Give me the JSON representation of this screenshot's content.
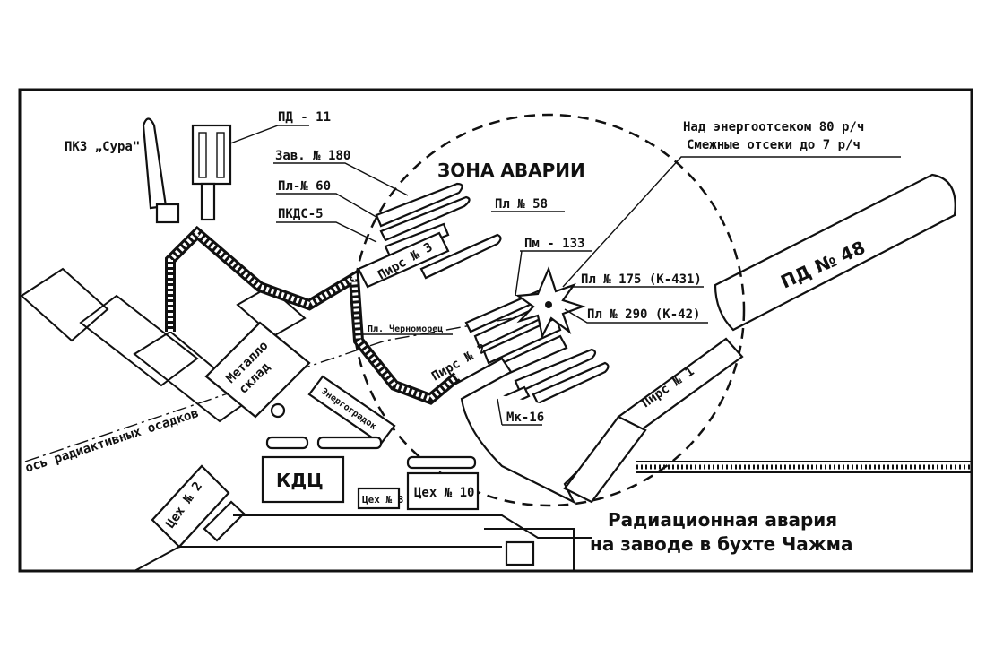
{
  "title": {
    "line1": "Радиационная авария",
    "line2": "на заводе в бухте Чажма"
  },
  "zone_label": "ЗОНА АВАРИИ",
  "radiation_note": {
    "line1": "Над энергоотсеком 80 р/ч",
    "line2": "Смежные отсеки до 7 р/ч"
  },
  "vessels": {
    "pkz": "ПКЗ „Сура\"",
    "pd11": "ПД - 11",
    "zav180": "Зав. № 180",
    "pl60": "Пл-№ 60",
    "pkds5": "ПКДС-5",
    "pl58": "Пл № 58",
    "pm133": "Пм - 133",
    "pl175": "Пл № 175 (К-431)",
    "pl290": "Пл № 290 (К-42)",
    "pd48": "ПД № 48",
    "mk16": "Мк-16",
    "chernomorets": "Пл. Черноморец"
  },
  "piers": {
    "p1": "Пирс № 1",
    "p2": "Пирс № 2",
    "p3": "Пирс № 3"
  },
  "buildings": {
    "metal": {
      "line1": "Металло",
      "line2": "склад"
    },
    "energo": "Энергоградок",
    "kdc": "КДЦ",
    "ceh2": "Цех № 2",
    "ceh3": "Цех № 3",
    "ceh10": "Цех № 10"
  },
  "axis_label": "ось радиактивных осадков"
}
